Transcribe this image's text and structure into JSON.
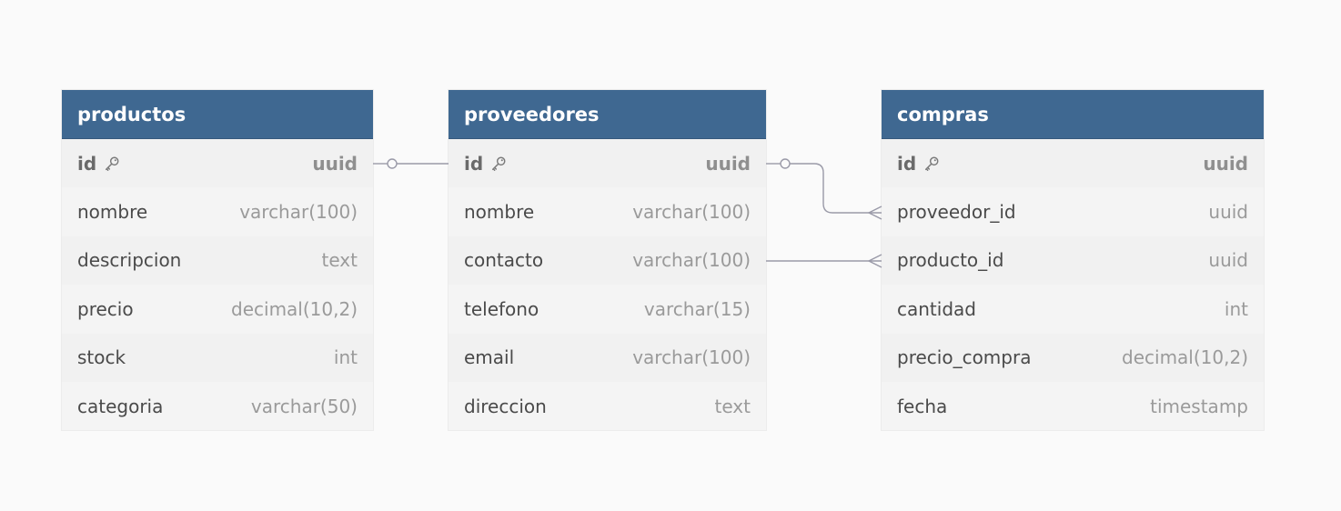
{
  "tables": [
    {
      "name": "productos",
      "fields": [
        {
          "name": "id",
          "type": "uuid",
          "pk": true
        },
        {
          "name": "nombre",
          "type": "varchar(100)",
          "pk": false
        },
        {
          "name": "descripcion",
          "type": "text",
          "pk": false
        },
        {
          "name": "precio",
          "type": "decimal(10,2)",
          "pk": false
        },
        {
          "name": "stock",
          "type": "int",
          "pk": false
        },
        {
          "name": "categoria",
          "type": "varchar(50)",
          "pk": false
        }
      ]
    },
    {
      "name": "proveedores",
      "fields": [
        {
          "name": "id",
          "type": "uuid",
          "pk": true
        },
        {
          "name": "nombre",
          "type": "varchar(100)",
          "pk": false
        },
        {
          "name": "contacto",
          "type": "varchar(100)",
          "pk": false
        },
        {
          "name": "telefono",
          "type": "varchar(15)",
          "pk": false
        },
        {
          "name": "email",
          "type": "varchar(100)",
          "pk": false
        },
        {
          "name": "direccion",
          "type": "text",
          "pk": false
        }
      ]
    },
    {
      "name": "compras",
      "fields": [
        {
          "name": "id",
          "type": "uuid",
          "pk": true
        },
        {
          "name": "proveedor_id",
          "type": "uuid",
          "pk": false
        },
        {
          "name": "producto_id",
          "type": "uuid",
          "pk": false
        },
        {
          "name": "cantidad",
          "type": "int",
          "pk": false
        },
        {
          "name": "precio_compra",
          "type": "decimal(10,2)",
          "pk": false
        },
        {
          "name": "fecha",
          "type": "timestamp",
          "pk": false
        }
      ]
    }
  ],
  "colors": {
    "header": "#3f6891",
    "header_text": "#ffffff",
    "connector": "#9a9aa8",
    "background": "#fafafa"
  },
  "icons": {
    "primary_key": "key-icon"
  }
}
